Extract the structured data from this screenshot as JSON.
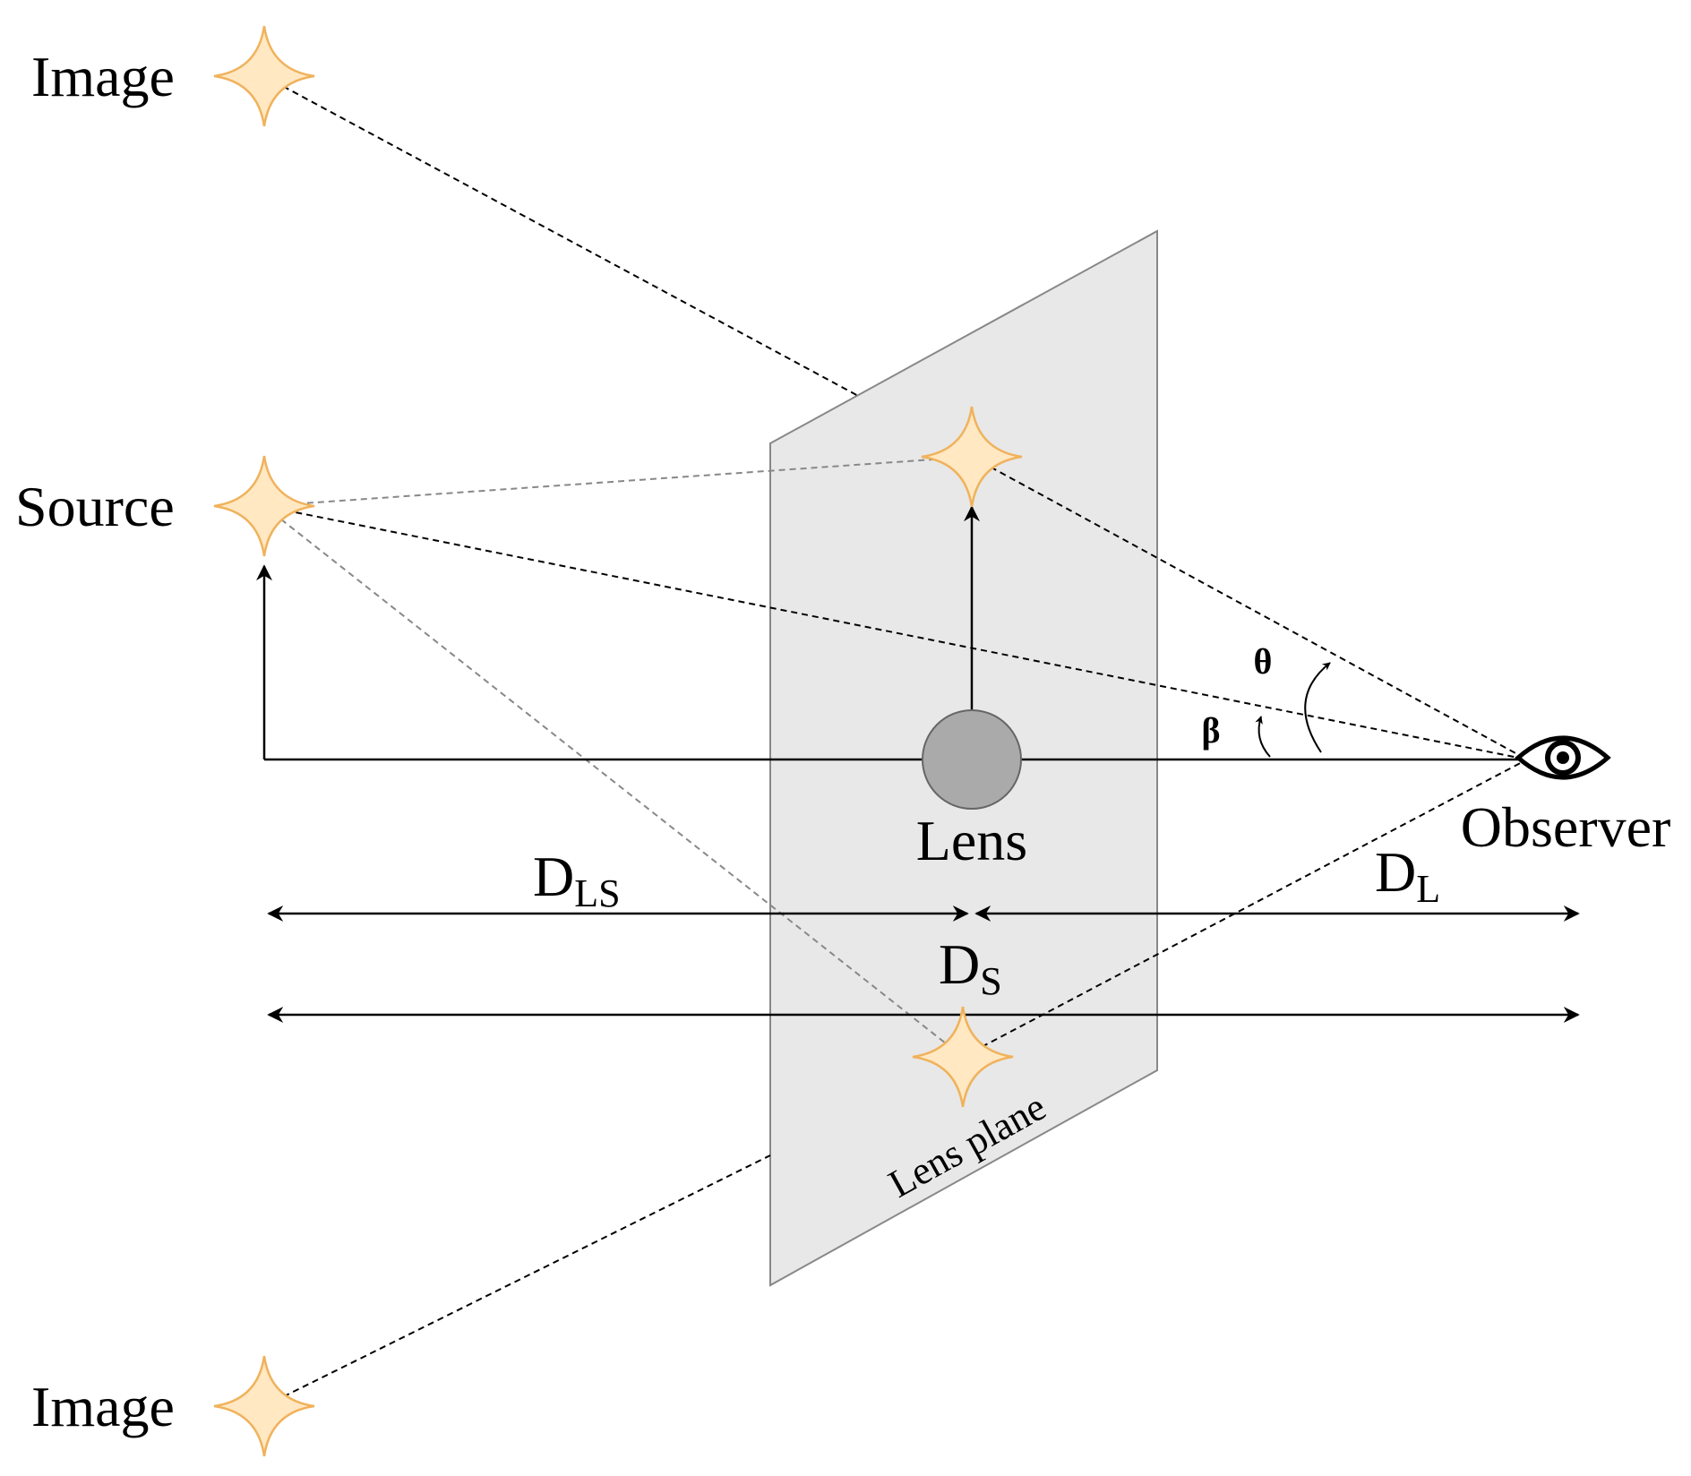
{
  "labels": {
    "image_top": "Image",
    "image_bottom": "Image",
    "source": "Source",
    "lens": "Lens",
    "observer": "Observer",
    "lens_plane": "Lens plane",
    "theta": "θ",
    "beta": "β"
  },
  "distances": {
    "d_ls": {
      "main": "D",
      "sub": "LS"
    },
    "d_l": {
      "main": "D",
      "sub": "L"
    },
    "d_s": {
      "main": "D",
      "sub": "S"
    }
  },
  "colors": {
    "star_fill": "#ffe8c2",
    "star_stroke": "#f0b25c",
    "plane_fill": "#e8e8e8",
    "plane_stroke": "#888888",
    "lens_fill": "#aaaaaa",
    "line": "#000000",
    "grey_dash": "#888888"
  }
}
